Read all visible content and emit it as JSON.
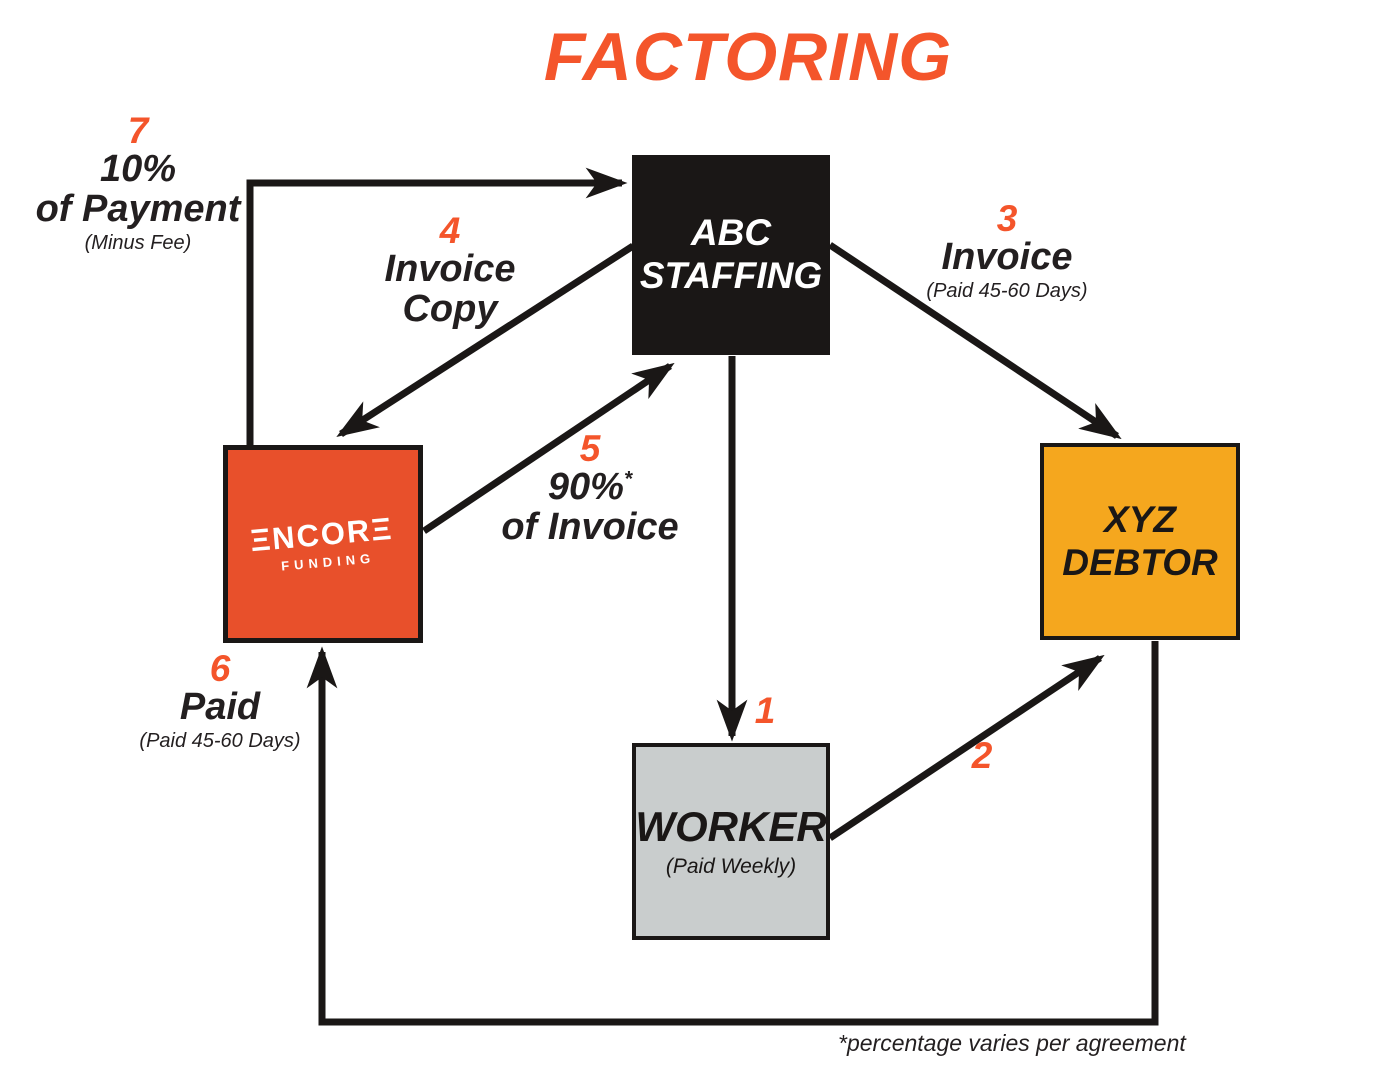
{
  "title": "FACTORING",
  "colors": {
    "accent": "#F4552B",
    "line": "#1A1716",
    "abc_bg": "#1A1716",
    "encore_bg": "#E8502B",
    "xyz_bg": "#F5A71E",
    "worker_bg": "#C9CDCD"
  },
  "nodes": {
    "abc_staffing": {
      "line1": "ABC",
      "line2": "STAFFING"
    },
    "encore_funding": {
      "logo_main": "ΞNCORΞ",
      "logo_sub": "FUNDING",
      "brand": "ENCORE FUNDING"
    },
    "xyz_debtor": {
      "line1": "XYZ",
      "line2": "DEBTOR"
    },
    "worker": {
      "line1": "WORKER",
      "line2": "(Paid Weekly)"
    }
  },
  "steps": {
    "s1": {
      "num": "1"
    },
    "s2": {
      "num": "2"
    },
    "s3": {
      "num": "3",
      "line1": "Invoice",
      "note": "(Paid 45-60 Days)"
    },
    "s4": {
      "num": "4",
      "line1": "Invoice",
      "line2": "Copy"
    },
    "s5": {
      "num": "5",
      "value": "90%",
      "asterisk": "*",
      "line2": "of Invoice"
    },
    "s6": {
      "num": "6",
      "line1": "Paid",
      "note": "(Paid 45-60 Days)"
    },
    "s7": {
      "num": "7",
      "line1": "10%",
      "line2": "of Payment",
      "note": "(Minus Fee)"
    }
  },
  "footnote": "*percentage varies per agreement"
}
